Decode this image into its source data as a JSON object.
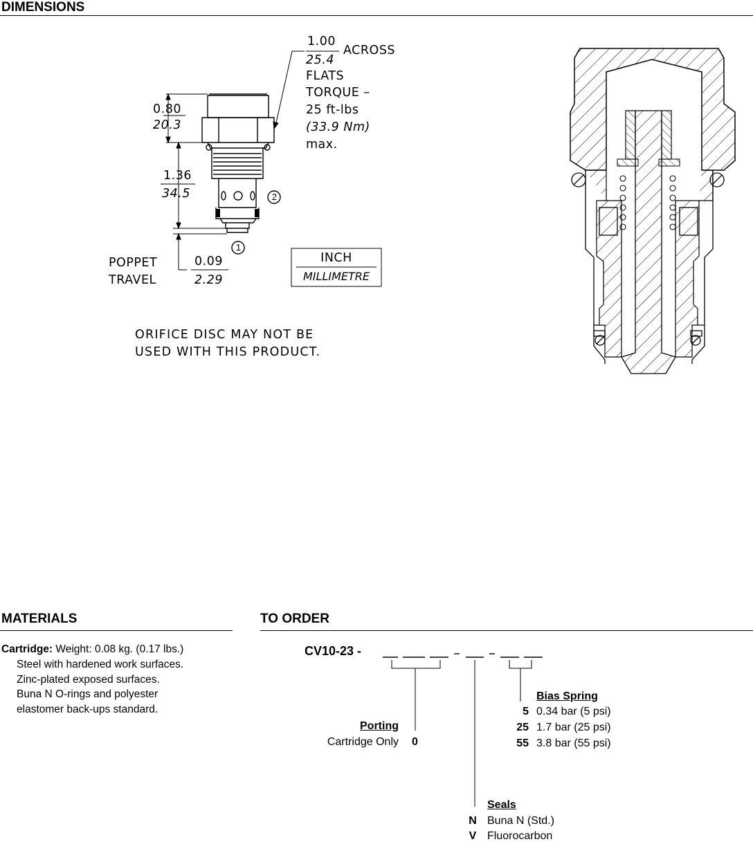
{
  "dimensions": {
    "title": "DIMENSIONS",
    "across_in": "1.00",
    "across_mm": "25.4",
    "across_label": "ACROSS",
    "flats": "FLATS",
    "torque_label": "TORQUE –",
    "torque_value": "25 ft-lbs",
    "torque_nm": "(33.9 Nm)",
    "torque_max": "max.",
    "dim1_in": "0.80",
    "dim1_mm": "20.3",
    "dim2_in": "1.36",
    "dim2_mm": "34.5",
    "port1": "1",
    "port2": "2",
    "poppet_label_1": "POPPET",
    "poppet_label_2": "TRAVEL",
    "poppet_in": "0.09",
    "poppet_mm": "2.29",
    "units_inch": "INCH",
    "units_mm": "MILLIMETRE",
    "note_1": "ORIFICE DISC MAY NOT BE",
    "note_2": "USED WITH THIS PRODUCT."
  },
  "materials": {
    "title": "MATERIALS",
    "cartridge_label": "Cartridge:",
    "cartridge_weight": "Weight: 0.08 kg. (0.17 lbs.)",
    "lines": [
      "Steel with hardened work surfaces.",
      "Zinc-plated exposed surfaces.",
      "Buna N O-rings and polyester",
      "elastomer back-ups standard."
    ]
  },
  "to_order": {
    "title": "TO ORDER",
    "model": "CV10-23 -",
    "porting": {
      "heading": "Porting",
      "label": "Cartridge Only",
      "code": "0"
    },
    "bias_spring": {
      "heading": "Bias Spring",
      "options": [
        {
          "code": "5",
          "label": "0.34 bar (5 psi)"
        },
        {
          "code": "25",
          "label": "1.7 bar (25 psi)"
        },
        {
          "code": "55",
          "label": "3.8 bar (55 psi)"
        }
      ]
    },
    "seals": {
      "heading": "Seals",
      "options": [
        {
          "code": "N",
          "label": "Buna N (Std.)"
        },
        {
          "code": "V",
          "label": "Fluorocarbon"
        }
      ]
    }
  }
}
